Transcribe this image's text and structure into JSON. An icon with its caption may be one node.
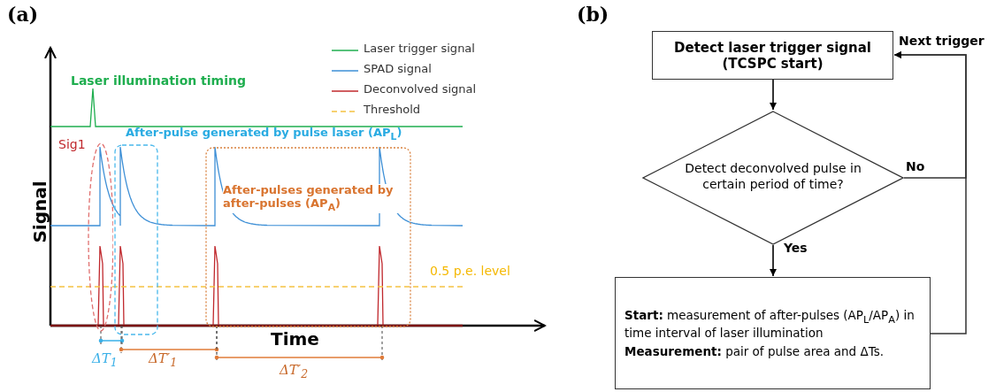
{
  "diagram": {
    "nodes": [
      {
        "text": [
          "Sig1"
        ]
      },
      {
        "text": [
          "After-pulse generated by pulse laser (AP$_{L}$)"
        ]
      },
      {
        "text": [
          "After-pulses generated by after-pulses (AP$_{A}$)"
        ]
      },
      {
        "text": [
          "Detect laser trigger signal (TCSPC start)"
        ]
      },
      {
        "text": [
          "Detect deconvolved pulse in certain period of time?"
        ]
      },
      {
        "text": [
          "**Start:** measurement of after-pulses (AP$_{L}$/AP$_{A}$) in time interval of laser illumination",
          "**Measurement:** pair of pulse area and ΔTs."
        ]
      }
    ],
    "edges": [
      {
        "from": 3,
        "to": 4,
        "arrow": "to"
      },
      {
        "from": 4,
        "to": 5,
        "arrow": "to",
        "label": "Yes"
      },
      {
        "from": 4,
        "to": 3,
        "arrow": "to",
        "label": "No"
      },
      {
        "from": 5,
        "to": 3,
        "arrow": "to",
        "label": "Next trigger"
      }
    ],
    "labels": [
      "(a)",
      "(b)",
      "Laser illumination timing",
      "Signal",
      "0.5 p.e. level",
      "Time",
      "ΔT$_{1}$",
      "ΔT′$_{1}$",
      "ΔT′$_{2}$"
    ],
    "legend": [
      {
        "text": "Laser trigger signal"
      },
      {
        "text": "SPAD signal"
      },
      {
        "text": "Deconvolved signal"
      },
      {
        "text": "Threshold"
      }
    ]
  }
}
